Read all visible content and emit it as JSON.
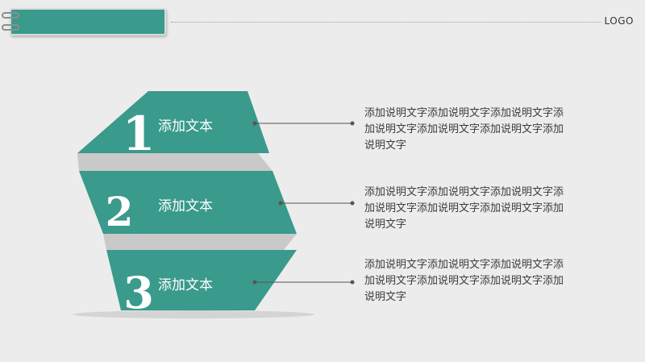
{
  "header": {
    "logo": "LOGO"
  },
  "steps": [
    {
      "number": "1",
      "label": "添加文本",
      "description": "添加说明文字添加说明文字添加说明文字添加说明文字添加说明文字添加说明文字添加说明文字"
    },
    {
      "number": "2",
      "label": "添加文本",
      "description": "添加说明文字添加说明文字添加说明文字添加说明文字添加说明文字添加说明文字添加说明文字"
    },
    {
      "number": "3",
      "label": "添加文本",
      "description": "添加说明文字添加说明文字添加说明文字添加说明文字添加说明文字添加说明文字添加说明文字"
    }
  ],
  "colors": {
    "teal": "#3a9a8c",
    "fold_gray": "#c9c9c9",
    "background": "#ececec"
  }
}
